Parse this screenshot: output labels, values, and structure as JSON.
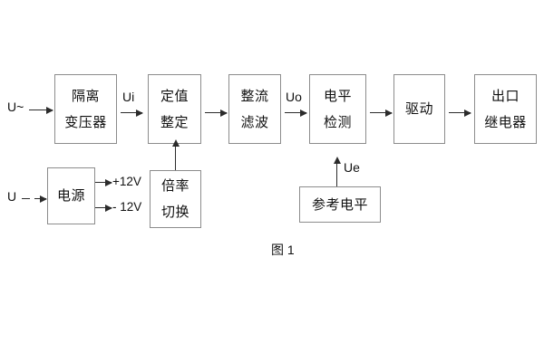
{
  "figure": {
    "caption": "图 1",
    "blocks": [
      {
        "id": "isolation-transformer",
        "lines": [
          "隔离",
          "变压器"
        ]
      },
      {
        "id": "setting-value",
        "lines": [
          "定值",
          "整定"
        ]
      },
      {
        "id": "rectify-filter",
        "lines": [
          "整流",
          "滤波"
        ]
      },
      {
        "id": "level-detection",
        "lines": [
          "电平",
          "检测"
        ]
      },
      {
        "id": "drive",
        "lines": [
          "驱动"
        ]
      },
      {
        "id": "output-relay",
        "lines": [
          "出口",
          "继电器"
        ]
      },
      {
        "id": "power-supply",
        "lines": [
          "电源"
        ]
      },
      {
        "id": "multiplier-switch",
        "lines": [
          "倍率",
          "切换"
        ]
      },
      {
        "id": "reference-level",
        "lines": [
          "参考电平"
        ]
      }
    ],
    "signals": {
      "input_ac": "U~",
      "input_dc": "U",
      "ui": "Ui",
      "uo": "Uo",
      "ue": "Ue",
      "rail_positive": "+12V",
      "rail_negative": "- 12V"
    }
  }
}
